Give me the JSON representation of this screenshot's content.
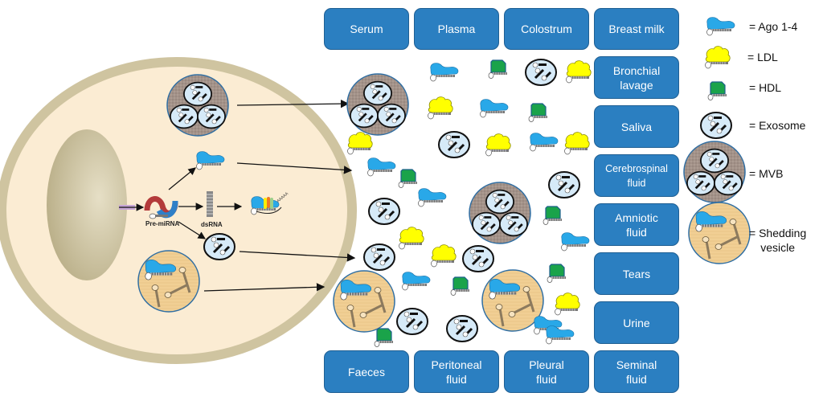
{
  "title": "Extracellular miRNA carriers in body fluids",
  "colors": {
    "box_fill": "#2b7fc1",
    "box_border": "#1f5f93",
    "cell_fill": "#fbecd3",
    "cell_membrane": "#cfc4a0",
    "nucleus": "#d4ccaf",
    "ago": "#29a8e8",
    "ldl": "#ffff00",
    "hdl": "#1aa34a",
    "exosome": "#d6eaf8",
    "mvb": "#a0918a",
    "shedding_vesicle": "#f3cf93"
  },
  "fluids_top": [
    "Serum",
    "Plasma",
    "Colostrum",
    "Breast milk"
  ],
  "fluids_right": [
    "Bronchial\nlavage",
    "Saliva",
    "Cerebrospinal\nfluid",
    "Amniotic\nfluid",
    "Tears",
    "Urine"
  ],
  "fluids_bottom": [
    "Faeces",
    "Peritoneal\nfluid",
    "Pleural\nfluid",
    "Seminal\nfluid"
  ],
  "cell": {
    "pre_mirna_label": "Pre-miRNA",
    "dsrna_label": "dsRNA",
    "polya_label": "AAAAA"
  },
  "legend": [
    {
      "icon": "ago-protein-icon",
      "label": "= Ago 1-4"
    },
    {
      "icon": "ldl-particle-icon",
      "label": "= LDL"
    },
    {
      "icon": "hdl-particle-icon",
      "label": "= HDL"
    },
    {
      "icon": "exosome-icon",
      "label": "= Exosome"
    },
    {
      "icon": "mvb-icon",
      "label": "= MVB"
    },
    {
      "icon": "shedding-vesicle-icon",
      "label": "= Shedding\nvesicle"
    }
  ]
}
